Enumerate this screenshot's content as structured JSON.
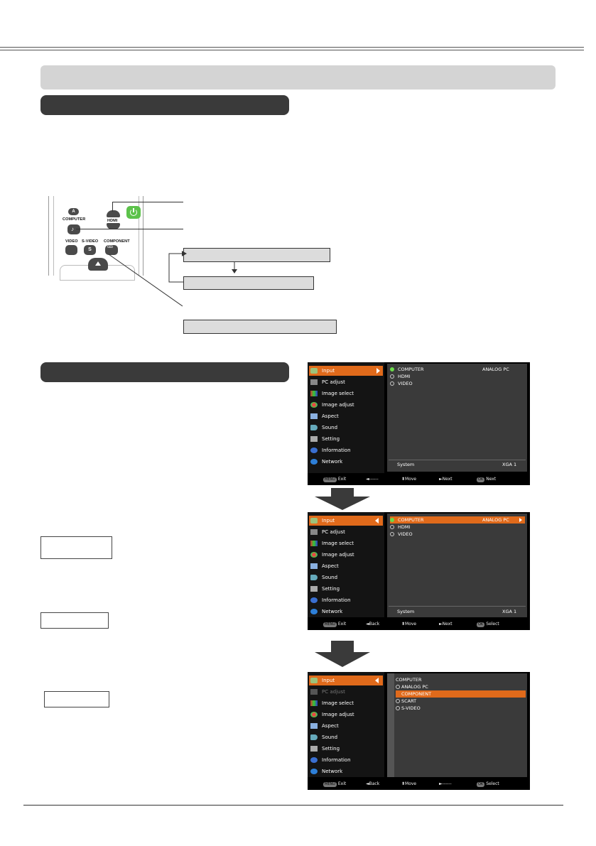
{
  "remote": {
    "labels": {
      "computer": "COMPUTER",
      "hdmi": "HDMI",
      "video": "VIDEO",
      "svideo": "S-VIDEO",
      "component": "COMPONENT"
    },
    "keys": {
      "a": "A",
      "s": "S"
    }
  },
  "osd1": {
    "menu": [
      {
        "label": "Input",
        "icon": "input-icon",
        "selected": true
      },
      {
        "label": "PC adjust",
        "icon": "pc-adjust-icon"
      },
      {
        "label": "Image select",
        "icon": "image-select-icon"
      },
      {
        "label": "Image adjust",
        "icon": "image-adjust-icon"
      },
      {
        "label": "Aspect",
        "icon": "aspect-icon"
      },
      {
        "label": "Sound",
        "icon": "sound-icon"
      },
      {
        "label": "Setting",
        "icon": "setting-icon"
      },
      {
        "label": "Information",
        "icon": "information-icon"
      },
      {
        "label": "Network",
        "icon": "network-icon"
      }
    ],
    "sources": [
      {
        "label": "COMPUTER",
        "value": "ANALOG PC",
        "active": true
      },
      {
        "label": "HDMI",
        "value": ""
      },
      {
        "label": "VIDEO",
        "value": ""
      }
    ],
    "system_label": "System",
    "system_value": "XGA 1",
    "footer": [
      {
        "key": "MENU",
        "text": "Exit"
      },
      {
        "key": "",
        "text": "◄------"
      },
      {
        "key": "",
        "text": "⬍Move"
      },
      {
        "key": "",
        "text": "►Next"
      },
      {
        "key": "OK",
        "text": "Next"
      }
    ]
  },
  "osd2": {
    "menu": [
      {
        "label": "Input",
        "selected": true
      },
      {
        "label": "PC adjust"
      },
      {
        "label": "Image select"
      },
      {
        "label": "Image adjust"
      },
      {
        "label": "Aspect"
      },
      {
        "label": "Sound"
      },
      {
        "label": "Setting"
      },
      {
        "label": "Information"
      },
      {
        "label": "Network"
      }
    ],
    "sources": [
      {
        "label": "COMPUTER",
        "value": "ANALOG PC",
        "active": true,
        "highlight": true
      },
      {
        "label": "HDMI",
        "value": ""
      },
      {
        "label": "VIDEO",
        "value": ""
      }
    ],
    "system_label": "System",
    "system_value": "XGA 1",
    "footer": [
      {
        "key": "MENU",
        "text": "Exit"
      },
      {
        "key": "",
        "text": "◄Back"
      },
      {
        "key": "",
        "text": "⬍Move"
      },
      {
        "key": "",
        "text": "►Next"
      },
      {
        "key": "OK",
        "text": "Select"
      }
    ]
  },
  "osd3": {
    "menu": [
      {
        "label": "Input",
        "selected": true
      },
      {
        "label": "PC adjust",
        "dim": true
      },
      {
        "label": "Image select"
      },
      {
        "label": "Image adjust"
      },
      {
        "label": "Aspect"
      },
      {
        "label": "Sound"
      },
      {
        "label": "Setting"
      },
      {
        "label": "Information"
      },
      {
        "label": "Network"
      }
    ],
    "title": "COMPUTER",
    "options": [
      {
        "label": "ANALOG PC",
        "radio": true
      },
      {
        "label": "COMPONENT",
        "highlight": true
      },
      {
        "label": "SCART",
        "radio": true
      },
      {
        "label": "S-VIDEO",
        "radio": true
      }
    ],
    "footer": [
      {
        "key": "MENU",
        "text": "Exit"
      },
      {
        "key": "",
        "text": "◄Back"
      },
      {
        "key": "",
        "text": "⬍Move"
      },
      {
        "key": "",
        "text": "►------"
      },
      {
        "key": "OK",
        "text": "Select"
      }
    ]
  },
  "colors": {
    "accent": "#e06a1b",
    "banner": "#d4d4d4",
    "pill": "#3a3a3a",
    "power": "#5cc24a"
  }
}
